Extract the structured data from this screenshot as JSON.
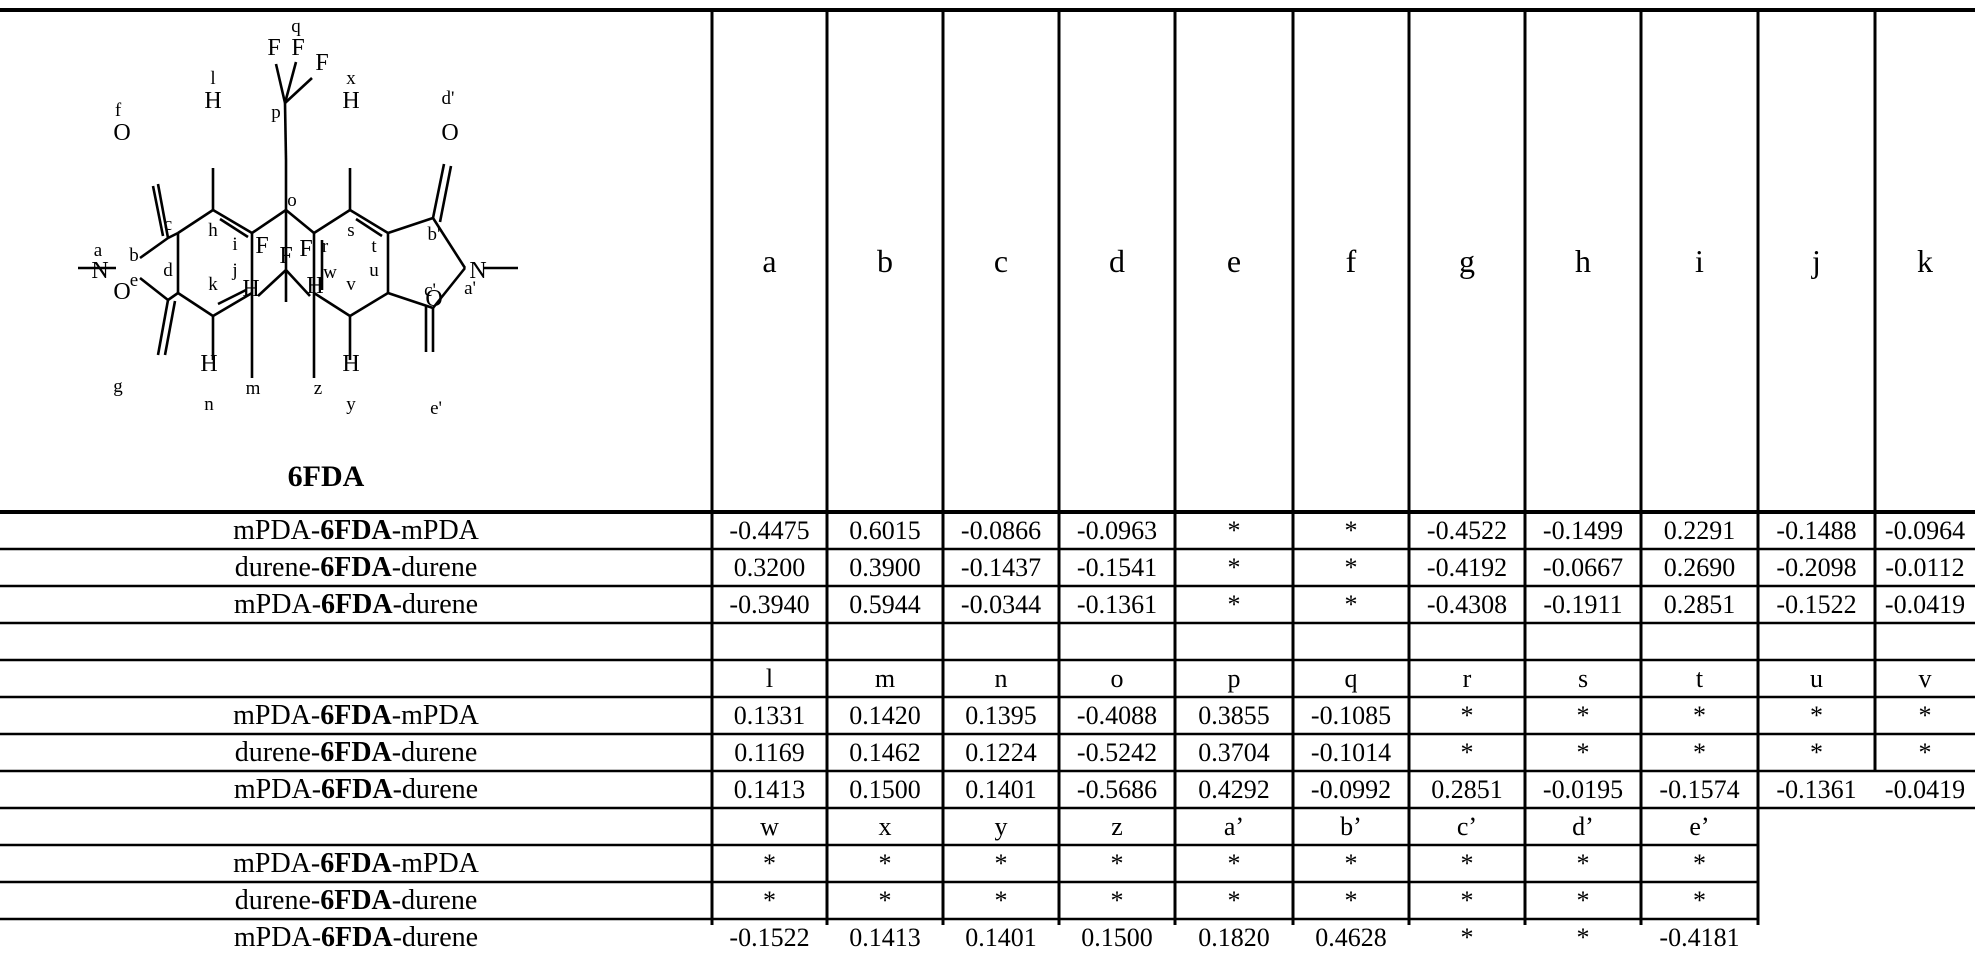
{
  "molecule": {
    "name": "6FDA",
    "atoms": {
      "O": "O",
      "N": "N",
      "H": "H",
      "F": "F"
    },
    "position_labels": {
      "a": "a",
      "b": "b",
      "c": "c",
      "d": "d",
      "e": "e",
      "f": "f",
      "g": "g",
      "h": "h",
      "i": "i",
      "j": "j",
      "k": "k",
      "l": "l",
      "m": "m",
      "n": "n",
      "o": "o",
      "p": "p",
      "q": "q",
      "r": "r",
      "s": "s",
      "t": "t",
      "u": "u",
      "v": "v",
      "w": "w",
      "x": "x",
      "y": "y",
      "z": "z",
      "a_p": "a'",
      "b_p": "b'",
      "c_p": "c'",
      "d_p": "d'",
      "e_p": "e'"
    }
  },
  "table": {
    "label_parts": [
      [
        "mPDA-",
        "6FDA",
        "-mPDA"
      ],
      [
        "durene-",
        "6FDA",
        "-durene"
      ],
      [
        "mPDA-",
        "6FDA",
        "-durene"
      ]
    ],
    "blocks": [
      {
        "headers": [
          "a",
          "b",
          "c",
          "d",
          "e",
          "f",
          "g",
          "h",
          "i",
          "j",
          "k"
        ],
        "rows": [
          [
            "-0.4475",
            "0.6015",
            "-0.0866",
            "-0.0963",
            "*",
            "*",
            "-0.4522",
            "-0.1499",
            "0.2291",
            "-0.1488",
            "-0.0964"
          ],
          [
            "0.3200",
            "0.3900",
            "-0.1437",
            "-0.1541",
            "*",
            "*",
            "-0.4192",
            "-0.0667",
            "0.2690",
            "-0.2098",
            "-0.0112"
          ],
          [
            "-0.3940",
            "0.5944",
            "-0.0344",
            "-0.1361",
            "*",
            "*",
            "-0.4308",
            "-0.1911",
            "0.2851",
            "-0.1522",
            "-0.0419"
          ]
        ]
      },
      {
        "headers": [
          "l",
          "m",
          "n",
          "o",
          "p",
          "q",
          "r",
          "s",
          "t",
          "u",
          "v"
        ],
        "rows": [
          [
            "0.1331",
            "0.1420",
            "0.1395",
            "-0.4088",
            "0.3855",
            "-0.1085",
            "*",
            "*",
            "*",
            "*",
            "*"
          ],
          [
            "0.1169",
            "0.1462",
            "0.1224",
            "-0.5242",
            "0.3704",
            "-0.1014",
            "*",
            "*",
            "*",
            "*",
            "*"
          ],
          [
            "0.1413",
            "0.1500",
            "0.1401",
            "-0.5686",
            "0.4292",
            "-0.0992",
            "0.2851",
            "-0.0195",
            "-0.1574",
            "-0.1361",
            "-0.0419"
          ]
        ]
      },
      {
        "headers": [
          "w",
          "x",
          "y",
          "z",
          "a’",
          "b’",
          "c’",
          "d’",
          "e’"
        ],
        "rows": [
          [
            "*",
            "*",
            "*",
            "*",
            "*",
            "*",
            "*",
            "*",
            "*"
          ],
          [
            "*",
            "*",
            "*",
            "*",
            "*",
            "*",
            "*",
            "*",
            "*"
          ],
          [
            "-0.1522",
            "0.1413",
            "0.1401",
            "0.1500",
            "0.1820",
            "0.4628",
            "*",
            "*",
            "-0.4181"
          ]
        ]
      }
    ]
  }
}
